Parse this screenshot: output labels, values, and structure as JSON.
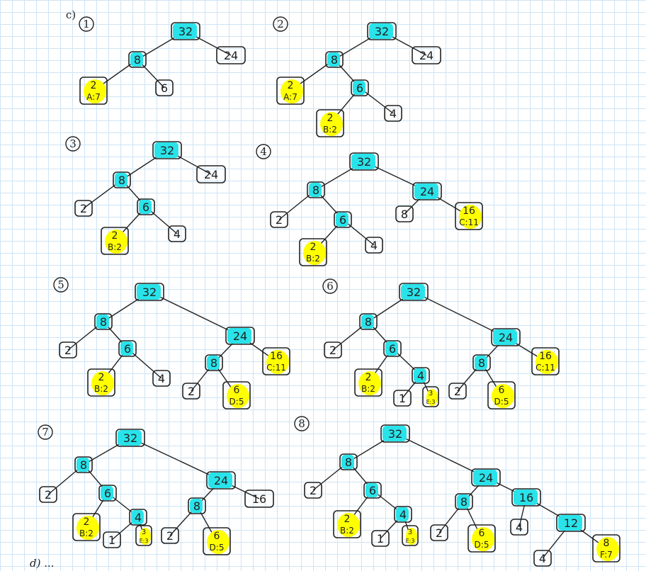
{
  "section_mark": "c)",
  "footer_note": "d) ...",
  "colors": {
    "internal": "#29e3ea",
    "leaf": "#ffff00",
    "ink": "#222222"
  },
  "trees": [
    {
      "label": "1",
      "nodes": [
        {
          "id": "r",
          "text": "32",
          "kind": "internal"
        },
        {
          "id": "a",
          "text": "8",
          "kind": "internal"
        },
        {
          "id": "b",
          "text": "24",
          "kind": "plain"
        },
        {
          "id": "c",
          "text": "2",
          "sub": "A:7",
          "kind": "leaf"
        },
        {
          "id": "d",
          "text": "6",
          "kind": "plain"
        }
      ],
      "edges": [
        [
          "r",
          "a"
        ],
        [
          "r",
          "b"
        ],
        [
          "a",
          "c"
        ],
        [
          "a",
          "d"
        ]
      ]
    },
    {
      "label": "2",
      "nodes": [
        {
          "id": "r",
          "text": "32",
          "kind": "internal"
        },
        {
          "id": "a",
          "text": "8",
          "kind": "internal"
        },
        {
          "id": "b",
          "text": "24",
          "kind": "plain"
        },
        {
          "id": "c",
          "text": "2",
          "sub": "A:7",
          "kind": "leaf"
        },
        {
          "id": "d",
          "text": "6",
          "kind": "internal"
        },
        {
          "id": "e",
          "text": "2",
          "sub": "B:2",
          "kind": "leaf"
        },
        {
          "id": "f",
          "text": "4",
          "kind": "plain"
        }
      ],
      "edges": [
        [
          "r",
          "a"
        ],
        [
          "r",
          "b"
        ],
        [
          "a",
          "c"
        ],
        [
          "a",
          "d"
        ],
        [
          "d",
          "e"
        ],
        [
          "d",
          "f"
        ]
      ]
    },
    {
      "label": "3",
      "nodes": [
        {
          "id": "r",
          "text": "32",
          "kind": "internal"
        },
        {
          "id": "a",
          "text": "8",
          "kind": "internal"
        },
        {
          "id": "b",
          "text": "24",
          "kind": "plain"
        },
        {
          "id": "c",
          "text": "2",
          "kind": "plain"
        },
        {
          "id": "d",
          "text": "6",
          "kind": "internal"
        },
        {
          "id": "e",
          "text": "2",
          "sub": "B:2",
          "kind": "leaf"
        },
        {
          "id": "f",
          "text": "4",
          "kind": "plain"
        }
      ],
      "edges": [
        [
          "r",
          "a"
        ],
        [
          "r",
          "b"
        ],
        [
          "a",
          "c"
        ],
        [
          "a",
          "d"
        ],
        [
          "d",
          "e"
        ],
        [
          "d",
          "f"
        ]
      ]
    },
    {
      "label": "4",
      "nodes": [
        {
          "id": "r",
          "text": "32",
          "kind": "internal"
        },
        {
          "id": "a",
          "text": "8",
          "kind": "internal"
        },
        {
          "id": "b",
          "text": "24",
          "kind": "internal"
        },
        {
          "id": "c",
          "text": "2",
          "kind": "plain"
        },
        {
          "id": "d",
          "text": "6",
          "kind": "internal"
        },
        {
          "id": "e",
          "text": "2",
          "sub": "B:2",
          "kind": "leaf"
        },
        {
          "id": "f",
          "text": "4",
          "kind": "plain"
        },
        {
          "id": "g",
          "text": "8",
          "kind": "plain"
        },
        {
          "id": "h",
          "text": "16",
          "sub": "C:11",
          "kind": "leaf"
        }
      ],
      "edges": [
        [
          "r",
          "a"
        ],
        [
          "r",
          "b"
        ],
        [
          "a",
          "c"
        ],
        [
          "a",
          "d"
        ],
        [
          "d",
          "e"
        ],
        [
          "d",
          "f"
        ],
        [
          "b",
          "g"
        ],
        [
          "b",
          "h"
        ]
      ]
    },
    {
      "label": "5",
      "nodes": [
        {
          "id": "r",
          "text": "32",
          "kind": "internal"
        },
        {
          "id": "a",
          "text": "8",
          "kind": "internal"
        },
        {
          "id": "b",
          "text": "24",
          "kind": "internal"
        },
        {
          "id": "c",
          "text": "2",
          "kind": "plain"
        },
        {
          "id": "d",
          "text": "6",
          "kind": "internal"
        },
        {
          "id": "e",
          "text": "2",
          "sub": "B:2",
          "kind": "leaf"
        },
        {
          "id": "f",
          "text": "4",
          "kind": "plain"
        },
        {
          "id": "g",
          "text": "8",
          "kind": "internal"
        },
        {
          "id": "h",
          "text": "16",
          "sub": "C:11",
          "kind": "leaf"
        },
        {
          "id": "i",
          "text": "2",
          "kind": "plain"
        },
        {
          "id": "j",
          "text": "6",
          "sub": "D:5",
          "kind": "leaf"
        }
      ],
      "edges": [
        [
          "r",
          "a"
        ],
        [
          "r",
          "b"
        ],
        [
          "a",
          "c"
        ],
        [
          "a",
          "d"
        ],
        [
          "d",
          "e"
        ],
        [
          "d",
          "f"
        ],
        [
          "b",
          "g"
        ],
        [
          "b",
          "h"
        ],
        [
          "g",
          "i"
        ],
        [
          "g",
          "j"
        ]
      ]
    },
    {
      "label": "6",
      "nodes": [
        {
          "id": "r",
          "text": "32",
          "kind": "internal"
        },
        {
          "id": "a",
          "text": "8",
          "kind": "internal"
        },
        {
          "id": "b",
          "text": "24",
          "kind": "internal"
        },
        {
          "id": "c",
          "text": "2",
          "kind": "plain"
        },
        {
          "id": "d",
          "text": "6",
          "kind": "internal"
        },
        {
          "id": "e",
          "text": "2",
          "sub": "B:2",
          "kind": "leaf"
        },
        {
          "id": "f",
          "text": "4",
          "kind": "internal"
        },
        {
          "id": "k",
          "text": "1",
          "kind": "plain"
        },
        {
          "id": "l",
          "text": "3",
          "sub": "E:3",
          "kind": "leaf"
        },
        {
          "id": "g",
          "text": "8",
          "kind": "internal"
        },
        {
          "id": "h",
          "text": "16",
          "sub": "C:11",
          "kind": "leaf"
        },
        {
          "id": "i",
          "text": "2",
          "kind": "plain"
        },
        {
          "id": "j",
          "text": "6",
          "sub": "D:5",
          "kind": "leaf"
        }
      ],
      "edges": [
        [
          "r",
          "a"
        ],
        [
          "r",
          "b"
        ],
        [
          "a",
          "c"
        ],
        [
          "a",
          "d"
        ],
        [
          "d",
          "e"
        ],
        [
          "d",
          "f"
        ],
        [
          "f",
          "k"
        ],
        [
          "f",
          "l"
        ],
        [
          "b",
          "g"
        ],
        [
          "b",
          "h"
        ],
        [
          "g",
          "i"
        ],
        [
          "g",
          "j"
        ]
      ]
    },
    {
      "label": "7",
      "nodes": [
        {
          "id": "r",
          "text": "32",
          "kind": "internal"
        },
        {
          "id": "a",
          "text": "8",
          "kind": "internal"
        },
        {
          "id": "b",
          "text": "24",
          "kind": "internal"
        },
        {
          "id": "c",
          "text": "2",
          "kind": "plain"
        },
        {
          "id": "d",
          "text": "6",
          "kind": "internal"
        },
        {
          "id": "e",
          "text": "2",
          "sub": "B:2",
          "kind": "leaf"
        },
        {
          "id": "f",
          "text": "4",
          "kind": "internal"
        },
        {
          "id": "k",
          "text": "1",
          "kind": "plain"
        },
        {
          "id": "l",
          "text": "3",
          "sub": "E:3",
          "kind": "leaf"
        },
        {
          "id": "g",
          "text": "8",
          "kind": "internal"
        },
        {
          "id": "h",
          "text": "16",
          "kind": "plain"
        },
        {
          "id": "i",
          "text": "2",
          "kind": "plain"
        },
        {
          "id": "j",
          "text": "6",
          "sub": "D:5",
          "kind": "leaf"
        }
      ],
      "edges": [
        [
          "r",
          "a"
        ],
        [
          "r",
          "b"
        ],
        [
          "a",
          "c"
        ],
        [
          "a",
          "d"
        ],
        [
          "d",
          "e"
        ],
        [
          "d",
          "f"
        ],
        [
          "f",
          "k"
        ],
        [
          "f",
          "l"
        ],
        [
          "b",
          "g"
        ],
        [
          "b",
          "h"
        ],
        [
          "g",
          "i"
        ],
        [
          "g",
          "j"
        ]
      ]
    },
    {
      "label": "8",
      "nodes": [
        {
          "id": "r",
          "text": "32",
          "kind": "internal"
        },
        {
          "id": "a",
          "text": "8",
          "kind": "internal"
        },
        {
          "id": "b",
          "text": "24",
          "kind": "internal"
        },
        {
          "id": "c",
          "text": "2",
          "kind": "plain"
        },
        {
          "id": "d",
          "text": "6",
          "kind": "internal"
        },
        {
          "id": "e",
          "text": "2",
          "sub": "B:2",
          "kind": "leaf"
        },
        {
          "id": "f",
          "text": "4",
          "kind": "internal"
        },
        {
          "id": "k",
          "text": "1",
          "kind": "plain"
        },
        {
          "id": "l",
          "text": "3",
          "sub": "E:3",
          "kind": "leaf"
        },
        {
          "id": "g",
          "text": "8",
          "kind": "internal"
        },
        {
          "id": "i",
          "text": "2",
          "kind": "plain"
        },
        {
          "id": "j",
          "text": "6",
          "sub": "D:5",
          "kind": "leaf"
        },
        {
          "id": "m",
          "text": "16",
          "kind": "internal"
        },
        {
          "id": "n",
          "text": "4",
          "kind": "plain"
        },
        {
          "id": "o",
          "text": "12",
          "kind": "internal"
        },
        {
          "id": "p",
          "text": "4",
          "kind": "plain"
        },
        {
          "id": "q",
          "text": "8",
          "sub": "F:7",
          "kind": "leaf"
        }
      ],
      "edges": [
        [
          "r",
          "a"
        ],
        [
          "r",
          "b"
        ],
        [
          "a",
          "c"
        ],
        [
          "a",
          "d"
        ],
        [
          "d",
          "e"
        ],
        [
          "d",
          "f"
        ],
        [
          "f",
          "k"
        ],
        [
          "f",
          "l"
        ],
        [
          "b",
          "g"
        ],
        [
          "b",
          "m"
        ],
        [
          "g",
          "i"
        ],
        [
          "g",
          "j"
        ],
        [
          "m",
          "n"
        ],
        [
          "m",
          "o"
        ],
        [
          "o",
          "p"
        ],
        [
          "o",
          "q"
        ]
      ]
    }
  ]
}
